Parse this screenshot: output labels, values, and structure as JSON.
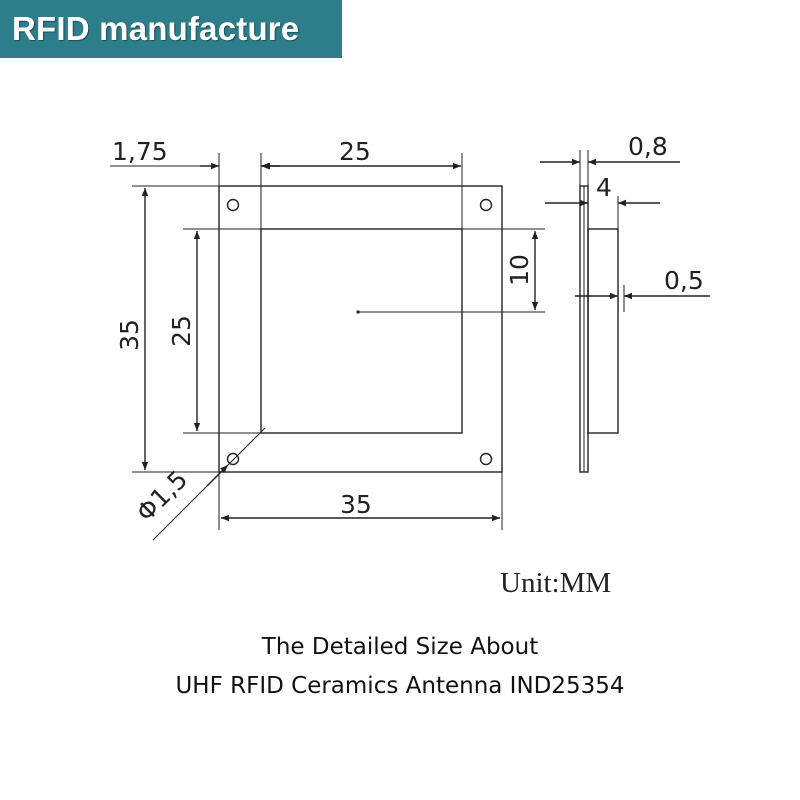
{
  "banner": {
    "text": "RFID manufacture",
    "bg_color": "#2e7d8a",
    "text_color": "#ffffff"
  },
  "drawing": {
    "dimensions": {
      "top_offset": "1,75",
      "top_width": "25",
      "outer_height": "35",
      "inner_height": "25",
      "feed_offset": "10",
      "hole_diameter": "Φ1,5",
      "bottom_width": "35",
      "side_thickness": "0,8",
      "side_width": "4",
      "side_pin": "0,5"
    },
    "unit": "Unit:MM"
  },
  "caption": {
    "line1": "The Detailed Size About",
    "line2": "UHF RFID Ceramics Antenna IND25354"
  }
}
